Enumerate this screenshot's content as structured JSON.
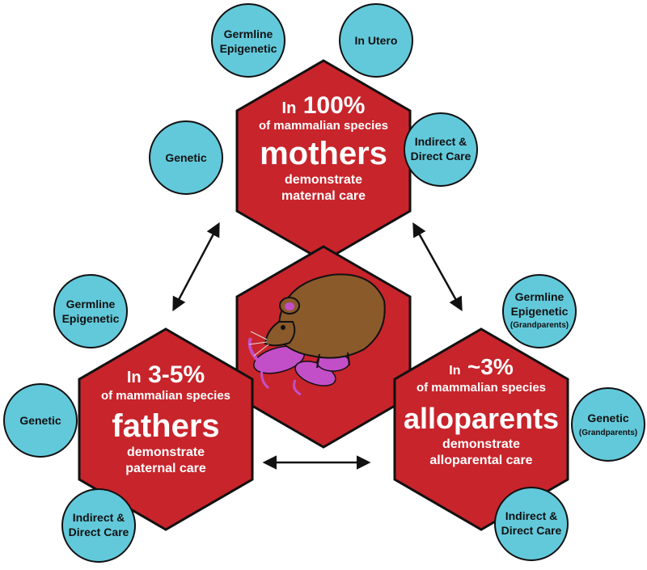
{
  "colors": {
    "hexagon_fill": "#c8242b",
    "hexagon_stroke": "#111111",
    "circle_fill": "#62c9db",
    "circle_stroke": "#111111",
    "text_on_hex": "#ffffff",
    "mouse_body": "#8b5a2b",
    "pups": "#c24fc8"
  },
  "center": {
    "icon": "mouse-with-pups-icon"
  },
  "mothers": {
    "prefix": "In",
    "percent": "100%",
    "line2": "of mammalian species",
    "title": "mothers",
    "line4": "demonstrate",
    "line5": "maternal care",
    "circles": {
      "germline": [
        "Germline",
        "Epigenetic"
      ],
      "in_utero": [
        "In Utero"
      ],
      "genetic": [
        "Genetic"
      ],
      "care": [
        "Indirect &",
        "Direct Care"
      ]
    }
  },
  "fathers": {
    "prefix": "In",
    "percent": "3-5%",
    "line2": "of mammalian species",
    "title": "fathers",
    "line4": "demonstrate",
    "line5": "paternal care",
    "circles": {
      "germline": [
        "Germline",
        "Epigenetic"
      ],
      "genetic": [
        "Genetic"
      ],
      "care": [
        "Indirect &",
        "Direct Care"
      ]
    }
  },
  "alloparents": {
    "prefix": "In",
    "percent": "~3%",
    "line2": "of mammalian species",
    "title": "alloparents",
    "line4": "demonstrate",
    "line5": "alloparental care",
    "circles": {
      "germline": [
        "Germline",
        "Epigenetic",
        "(Grandparents)"
      ],
      "genetic": [
        "Genetic",
        "(Grandparents)"
      ],
      "care": [
        "Indirect &",
        "Direct Care"
      ]
    }
  }
}
